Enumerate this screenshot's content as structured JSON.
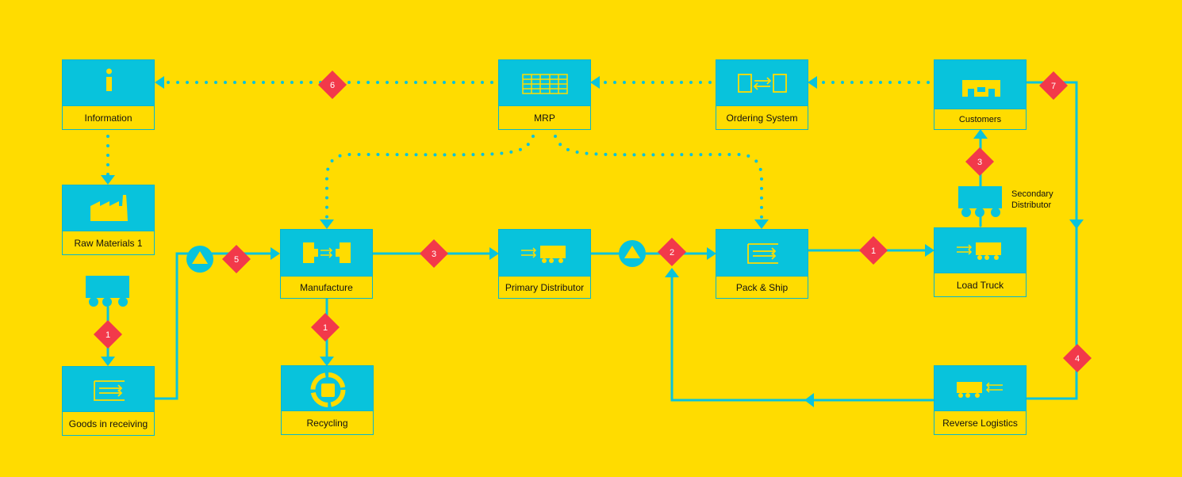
{
  "nodes": {
    "information": {
      "label": "Information",
      "icon": "info-icon"
    },
    "mrp": {
      "label": "MRP",
      "icon": "table-grid-icon"
    },
    "ordering_system": {
      "label": "Ordering System",
      "icon": "exchange-icon"
    },
    "customers": {
      "label": "Customers",
      "icon": "store-icon"
    },
    "raw_materials": {
      "label": "Raw Materials 1",
      "icon": "factory-icon"
    },
    "manufacture": {
      "label": "Manufacture",
      "icon": "machine-icon"
    },
    "primary_distributor": {
      "label": "Primary Distributor",
      "icon": "truck-icon"
    },
    "pack_ship": {
      "label": "Pack & Ship",
      "icon": "package-icon"
    },
    "load_truck": {
      "label": "Load Truck",
      "icon": "truck-icon"
    },
    "goods_in_receiving": {
      "label": "Goods in receiving",
      "icon": "package-icon"
    },
    "recycling": {
      "label": "Recycling",
      "icon": "recycle-icon"
    },
    "reverse_logistics": {
      "label": "Reverse Logistics",
      "icon": "reverse-truck-icon"
    }
  },
  "secondary_distributor": {
    "line1": "Secondary",
    "line2": "Distributor"
  },
  "badges": {
    "info_mrp": "6",
    "customers_right": "7",
    "raw_goods": "1",
    "goods_manufacture": "5",
    "manufacture_primary": "3",
    "manufacture_recycling": "1",
    "primary_pack": "2",
    "pack_load": "1",
    "load_customers": "3",
    "right_reverse": "4"
  },
  "colors": {
    "background": "#FFDC00",
    "node": "#08C3DC",
    "badge": "#F2394A",
    "connector": "#08C3DC"
  }
}
